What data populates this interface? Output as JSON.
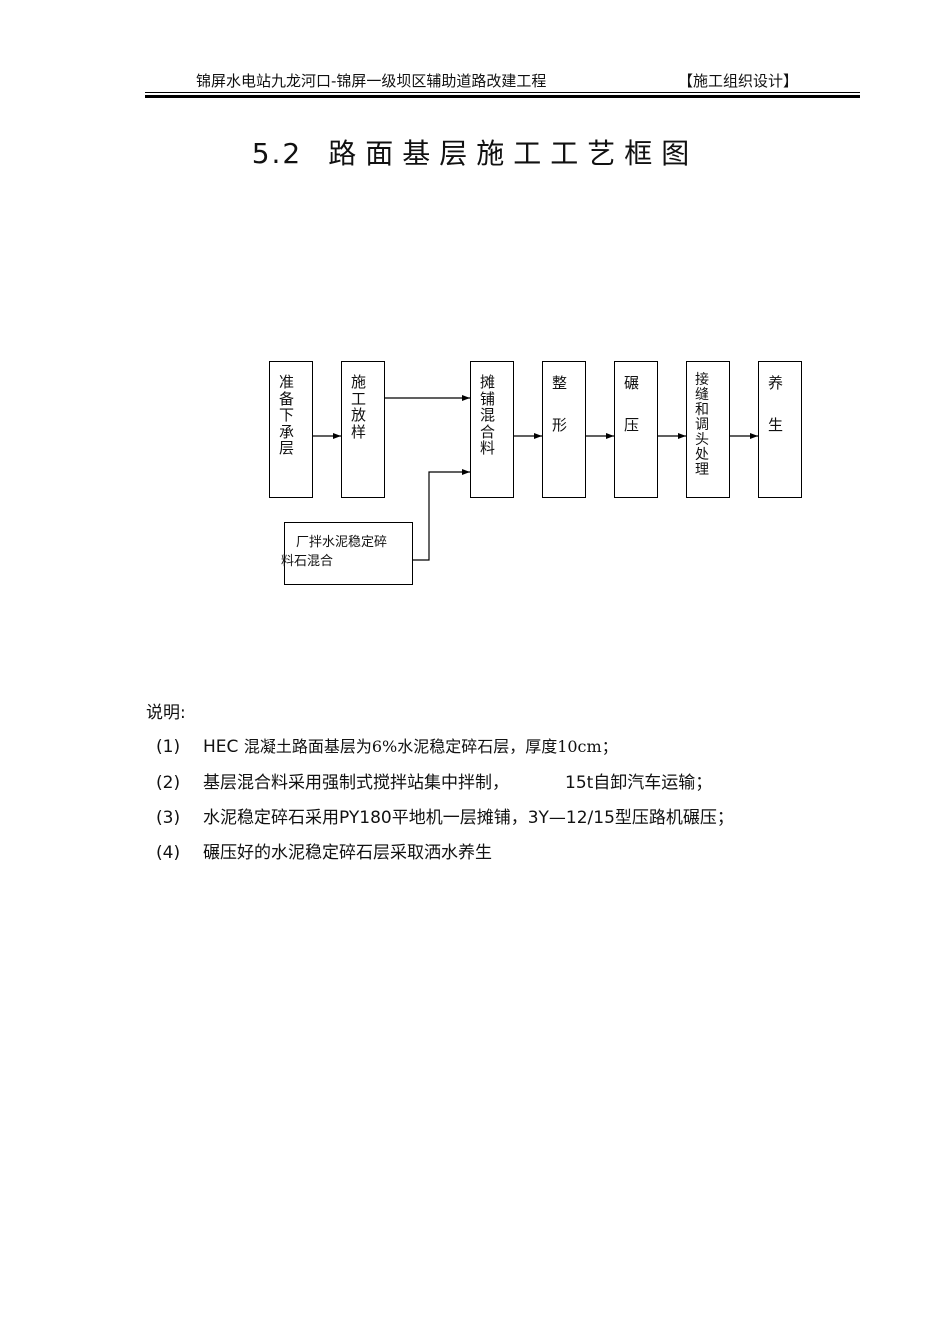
{
  "header": {
    "project": "锦屏水电站九龙河口-锦屏一级坝区辅助道路改建工程",
    "doc_type": "【施工组织设计】"
  },
  "title": {
    "number": "5.2",
    "text": "路面基层施工工艺框图"
  },
  "flow": {
    "steps": [
      {
        "id": "s1",
        "label": "准备下承层"
      },
      {
        "id": "s2",
        "label": "施工放样"
      },
      {
        "id": "s3",
        "label": "摊铺混合料"
      },
      {
        "id": "s4",
        "label": "整形"
      },
      {
        "id": "s5",
        "label": "碾压"
      },
      {
        "id": "s6",
        "label": "接缝和调头处理"
      },
      {
        "id": "s7",
        "label": "养生"
      }
    ],
    "source": {
      "line1": "厂拌水泥稳定碎",
      "line2": "料石混合"
    }
  },
  "notes": {
    "heading": "说明:",
    "items": [
      {
        "num": "(1)",
        "lead": "HEC",
        "text": "混凝土路面基层为6%水泥稳定碎石层，厚度10cm；"
      },
      {
        "num": "(2)",
        "text": "基层混合料采用强制式搅拌站集中拌制，",
        "tail": "15t自卸汽车运输；"
      },
      {
        "num": "(3)",
        "text": "水泥稳定碎石采用PY180平地机一层摊铺，3Y—12/15型压路机碾压；"
      },
      {
        "num": "(4)",
        "text": "碾压好的水泥稳定碎石层采取洒水养生"
      }
    ]
  }
}
